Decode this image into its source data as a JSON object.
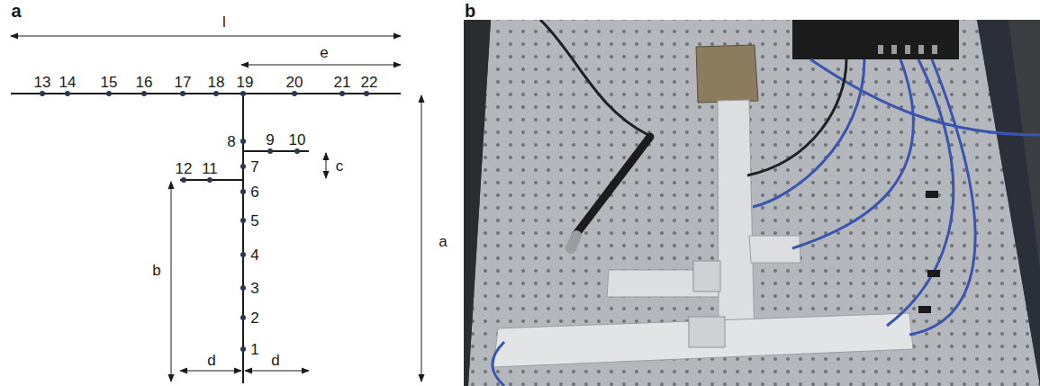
{
  "diagram": {
    "labels": [
      "a",
      "l",
      "e",
      "13",
      "14",
      "15",
      "16",
      "17",
      "18",
      "19",
      "20",
      "21",
      "22",
      "8",
      "9",
      "10",
      "c",
      "12",
      "11",
      "7",
      "6",
      "5",
      "4",
      "3",
      "2",
      "1",
      "b",
      "a",
      "d",
      "d",
      "b"
    ]
  }
}
